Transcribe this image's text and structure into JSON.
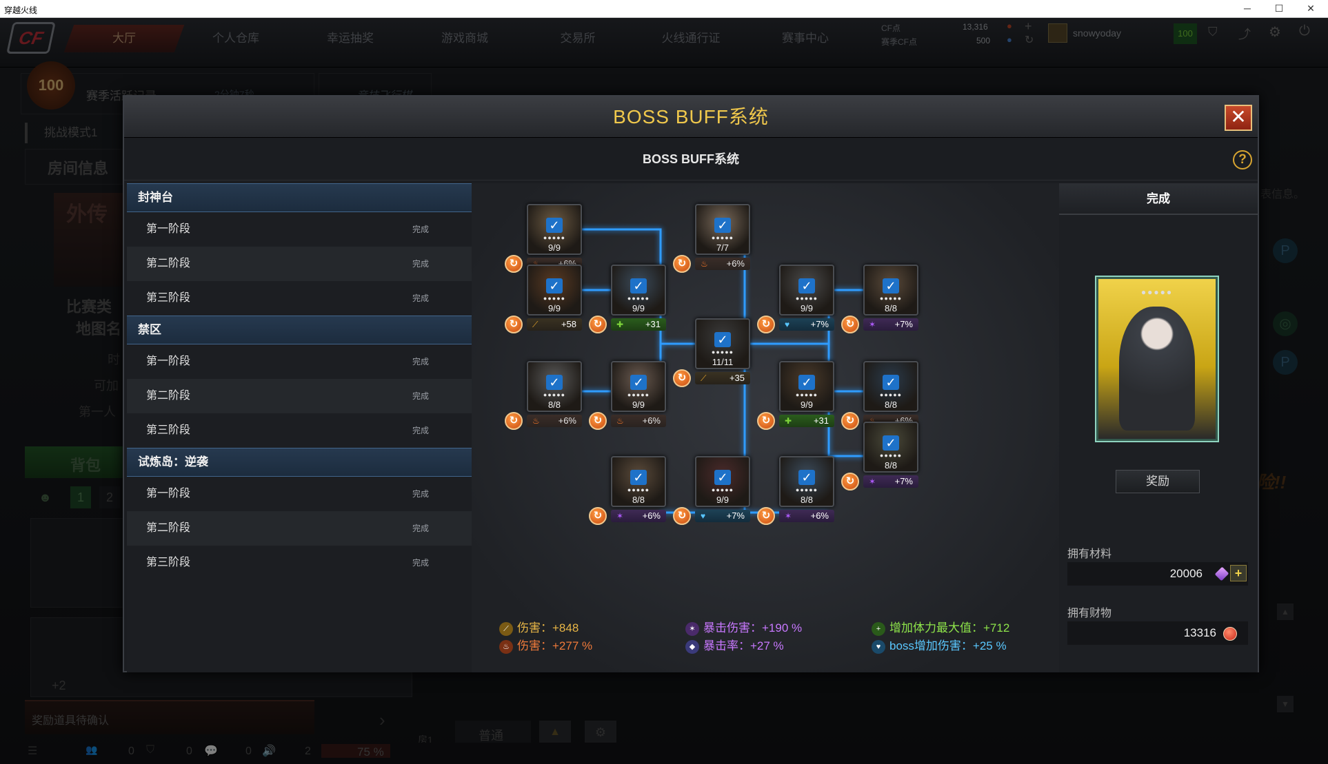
{
  "window": {
    "title": "穿越火线"
  },
  "nav": {
    "tabs": [
      "大厅",
      "个人仓库",
      "幸运抽奖",
      "游戏商城",
      "交易所",
      "火线通行证",
      "赛事中心"
    ],
    "cf_label": "CF点",
    "cf_value": "13,316",
    "match_cf_label": "赛季CF点",
    "match_cf_value": "500",
    "username": "snowyoday",
    "level_badge": "100"
  },
  "background": {
    "season_record": "赛季活跃记录",
    "season_timer": "2分钟7秒",
    "flight_chess": "竞技飞行棋",
    "challenge_mode": "挑战模式1",
    "room_info": "房间信息",
    "waizhuan": "外传",
    "match_type": "比赛类",
    "map_label": "地图名",
    "time_label": "时",
    "can_add": "可加",
    "first_label": "第一人",
    "backpack": "背包",
    "tab1": "1",
    "tab2": "2",
    "plus2": "+2",
    "reward_pending": "奖励道具待确认",
    "mode_normal": "普通",
    "zero1": "0",
    "zero2": "0",
    "zero3": "0",
    "count2": "2",
    "percent": "75 %",
    "room_right_text": "表信息。",
    "promo_right": "险!!",
    "host_badge": "房1"
  },
  "modal": {
    "title": "BOSS BUFF系统",
    "subtitle": "BOSS BUFF系统",
    "categories": [
      {
        "name": "封神台",
        "stages": [
          {
            "name": "第一阶段",
            "status": "完成"
          },
          {
            "name": "第二阶段",
            "status": "完成"
          },
          {
            "name": "第三阶段",
            "status": "完成"
          }
        ]
      },
      {
        "name": "禁区",
        "stages": [
          {
            "name": "第一阶段",
            "status": "完成"
          },
          {
            "name": "第二阶段",
            "status": "完成"
          },
          {
            "name": "第三阶段",
            "status": "完成"
          }
        ]
      },
      {
        "name": "试炼岛：逆袭",
        "stages": [
          {
            "name": "第一阶段",
            "status": "完成"
          },
          {
            "name": "第二阶段",
            "status": "完成"
          },
          {
            "name": "第三阶段",
            "status": "完成"
          }
        ]
      }
    ],
    "nodes": [
      {
        "count": "9/9",
        "buff": "+6%",
        "type": "fire"
      },
      {
        "count": "7/7",
        "buff": "+6%",
        "type": "fire"
      },
      {
        "count": "9/9",
        "buff": "+58",
        "type": "dmg"
      },
      {
        "count": "9/9",
        "buff": "+31",
        "type": "hp"
      },
      {
        "count": "9/9",
        "buff": "+7%",
        "type": "boss"
      },
      {
        "count": "8/8",
        "buff": "+7%",
        "type": "crit"
      },
      {
        "count": "11/11",
        "buff": "+35",
        "type": "dmg"
      },
      {
        "count": "8/8",
        "buff": "+6%",
        "type": "fire"
      },
      {
        "count": "9/9",
        "buff": "+6%",
        "type": "fire"
      },
      {
        "count": "9/9",
        "buff": "+31",
        "type": "hp"
      },
      {
        "count": "8/8",
        "buff": "+6%",
        "type": "fire"
      },
      {
        "count": "8/8",
        "buff": "+7%",
        "type": "crit"
      },
      {
        "count": "8/8",
        "buff": "+6%",
        "type": "crit"
      },
      {
        "count": "9/9",
        "buff": "+7%",
        "type": "boss"
      },
      {
        "count": "8/8",
        "buff": "+6%",
        "type": "crit"
      }
    ],
    "stats": {
      "dmg_flat": "伤害：+848",
      "dmg_pct": "伤害：+277 %",
      "crit_dmg": "暴击伤害：+190 %",
      "crit_rate": "暴击率：+27 %",
      "hp_max": "增加体力最大值：+712",
      "boss_dmg": "boss增加伤害：+25 %"
    },
    "right": {
      "status": "完成",
      "reward_button": "奖励",
      "materials_label": "拥有材料",
      "materials_value": "20006",
      "assets_label": "拥有财物",
      "assets_value": "13316"
    },
    "colors": {
      "title": "#f0c84c",
      "line": "#2f9cff",
      "accent": "#1e72c9"
    }
  }
}
